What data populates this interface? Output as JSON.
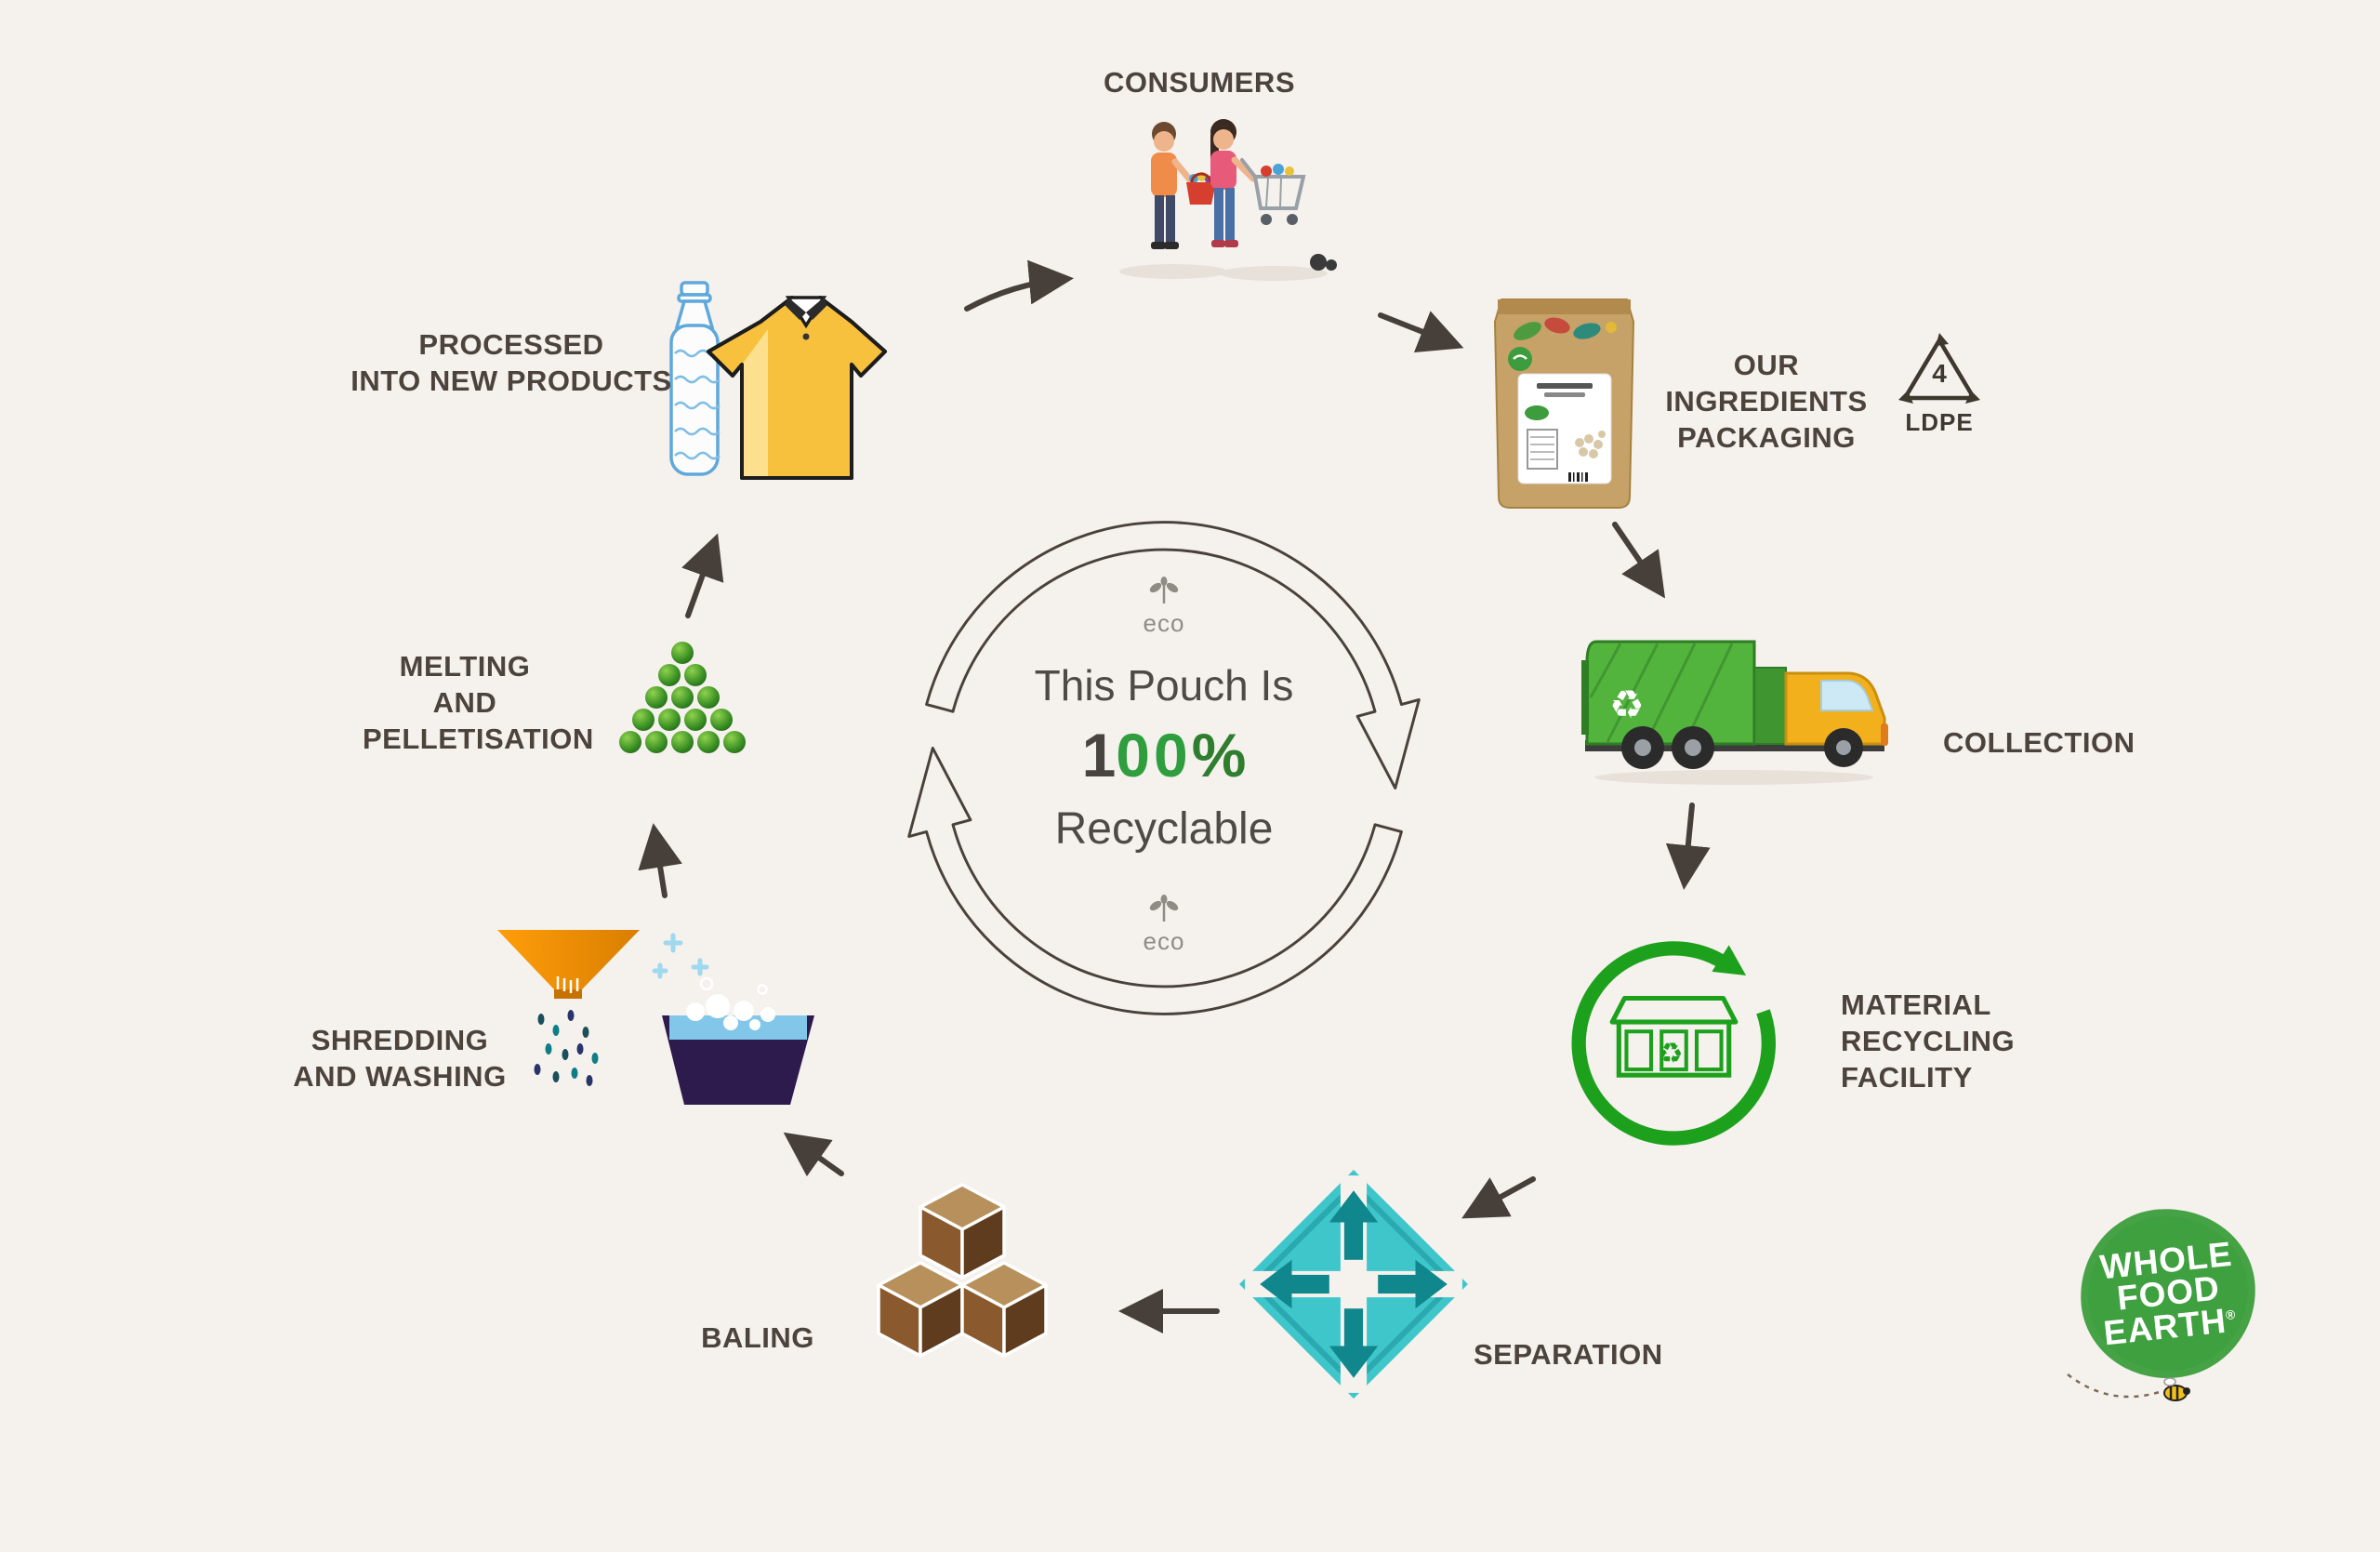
{
  "center": {
    "eco": "eco",
    "intro": "This Pouch Is",
    "one": "1",
    "zeros": "00",
    "percent": "%",
    "recyclable": "Recyclable"
  },
  "steps": {
    "consumers": {
      "label": "CONSUMERS"
    },
    "packaging": {
      "label": "OUR INGREDIENTS\nPACKAGING"
    },
    "collection": {
      "label": "COLLECTION"
    },
    "mrf": {
      "label": "MATERIAL\nRECYCLING\nFACILITY"
    },
    "separation": {
      "label": "SEPARATION"
    },
    "baling": {
      "label": "BALING"
    },
    "shredding": {
      "label": "SHREDDING\nAND WASHING"
    },
    "melting": {
      "label": "MELTING\nAND\nPELLETISATION"
    },
    "new_products": {
      "label": "PROCESSED\nINTO NEW PRODUCTS"
    }
  },
  "ldpe": {
    "number": "4",
    "code": "LDPE"
  },
  "logo": {
    "line1": "WHOLE",
    "line2": "FOOD",
    "line3": "EARTH",
    "registered": "®"
  },
  "colors": {
    "background": "#f5f1ed",
    "arrow": "#47403a",
    "green": "#21a121",
    "teal": "#3fc6cb",
    "brown": "#7a5233",
    "orange": "#f59300",
    "kraft": "#c7a268",
    "logo_green": "#3ea03e"
  }
}
